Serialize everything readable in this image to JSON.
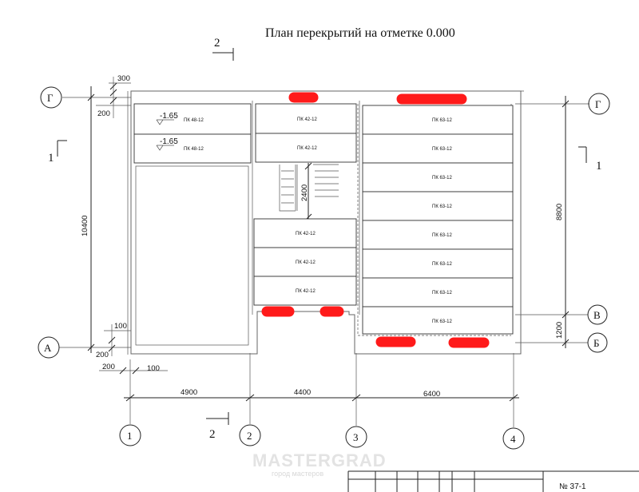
{
  "title": "План перекрытий на отметке 0.000",
  "section_marks": [
    "2",
    "2",
    "1",
    "1"
  ],
  "axes": {
    "rows": [
      "Г",
      "Г",
      "А",
      "В",
      "Б"
    ],
    "columns": [
      "1",
      "2",
      "3",
      "4"
    ]
  },
  "dimensions": {
    "bottom": [
      "4900",
      "4400",
      "6400"
    ],
    "left_total": "10400",
    "right_total": "8800",
    "right_bottom": "1200",
    "top_left_300": "300",
    "top_left_200": "200",
    "bottom_left_100a": "100",
    "bottom_left_200a": "200",
    "bottom_left_200b": "200",
    "bottom_left_100b": "100",
    "stair": "2400"
  },
  "levels": [
    "-1.65",
    "-1.65"
  ],
  "slabs": {
    "left": [
      "ПК 48-12",
      "ПК 48-12"
    ],
    "middle_top": [
      "ПК 42-12",
      "ПК 42-12"
    ],
    "middle_bottom": [
      "ПК 42-12",
      "ПК 42-12",
      "ПК 42-12"
    ],
    "right": [
      "ПК 63-12",
      "ПК 63-12",
      "ПК 63-12",
      "ПК 63-12",
      "ПК 63-12",
      "ПК 63-12",
      "ПК 63-12",
      "ПК 63-12"
    ]
  },
  "watermark": {
    "main": "MASTERGRAD",
    "sub": "город мастеров"
  },
  "sheet_number": "№ 37-1",
  "highlight_color": "#ff1a1a"
}
